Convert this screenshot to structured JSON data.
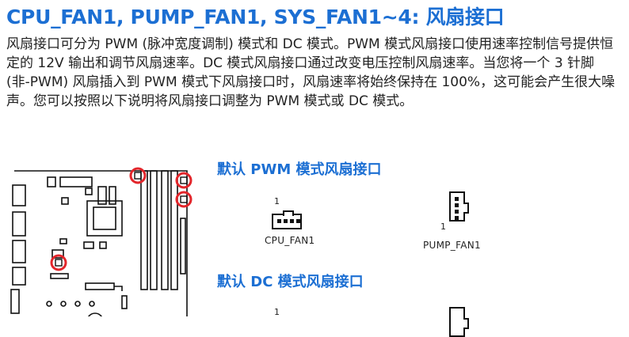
{
  "title": "CPU_FAN1, PUMP_FAN1, SYS_FAN1~4: 风扇接口",
  "paragraph": "风扇接口可分为 PWM (脉冲宽度调制) 模式和 DC 模式。PWM 模式风扇接口使用速率控制信号提供恒定的 12V 输出和调节风扇速率。DC 模式风扇接口通过改变电压控制风扇速率。当您将一个 3 针脚 (非-PWM) 风扇插入到 PWM 模式下风扇接口时，风扇速率将始终保持在 100%，这可能会产生很大噪声。您可以按照以下说明将风扇接口调整为 PWM 模式或 DC 模式。",
  "pwm_section": {
    "heading": "默认 PWM 模式风扇接口",
    "connectors": [
      {
        "pin_label": "1",
        "name": "CPU_FAN1"
      },
      {
        "pin_label": "1",
        "name": "PUMP_FAN1"
      }
    ]
  },
  "dc_section": {
    "heading": "默认 DC 模式风扇接口",
    "connectors": [
      {
        "pin_label": "1"
      }
    ]
  },
  "colors": {
    "heading_blue": "#1c6fd3",
    "highlight_red": "#e3262b"
  }
}
